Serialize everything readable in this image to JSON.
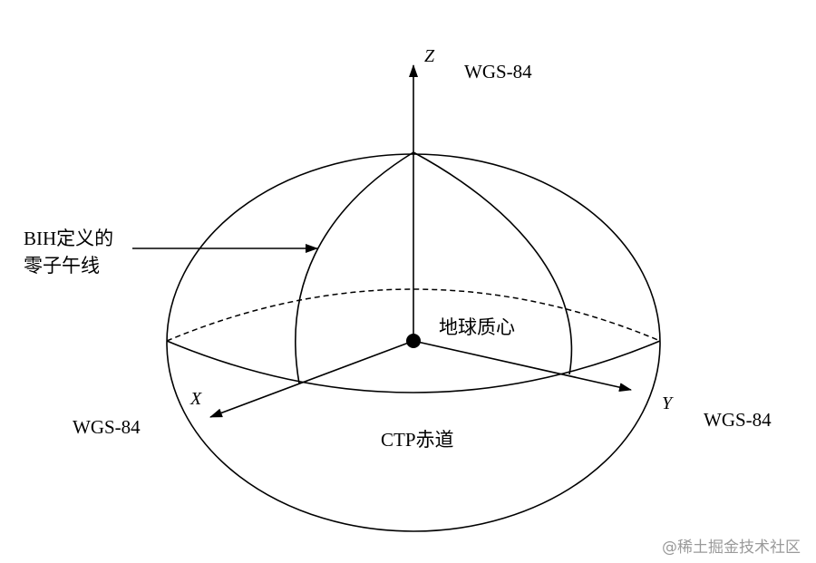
{
  "labels": {
    "axis_z": "Z",
    "axis_x": "X",
    "axis_y": "Y",
    "datum_top": "WGS-84",
    "datum_left": "WGS-84",
    "datum_right": "WGS-84",
    "meridian_line1": "BIH定义的",
    "meridian_line2": "零子午线",
    "center": "地球质心",
    "equator": "CTP赤道",
    "watermark": "@稀土掘金技术社区"
  },
  "colors": {
    "stroke": "#000000",
    "background": "#ffffff",
    "watermark": "#9a9a9a"
  }
}
